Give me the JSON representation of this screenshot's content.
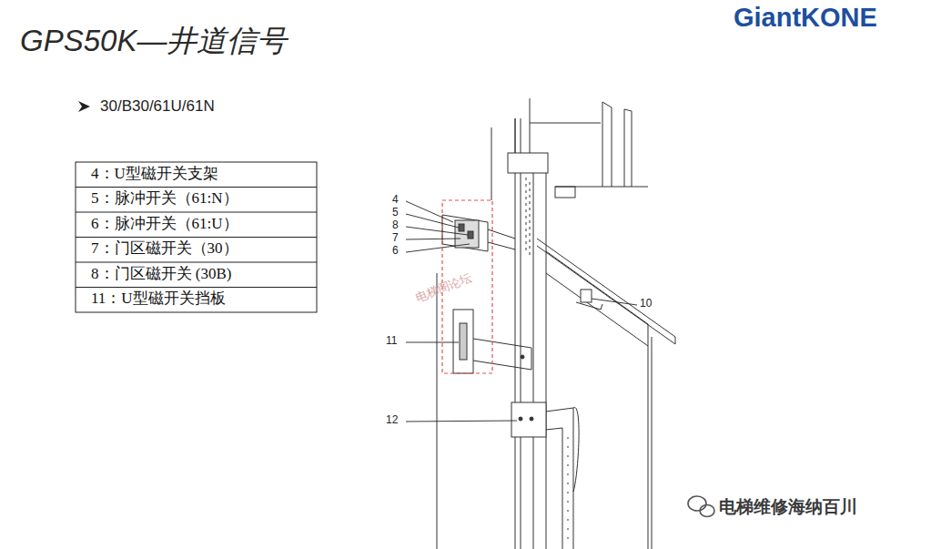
{
  "diagram": {
    "title": "GPS50K—井道信号",
    "labels": [
      "30/B30/61U/61N",
      "4：U型磁开关支架",
      "5：脉冲开关（61:N）",
      "6：脉冲开关（61:U）",
      "7：门区磁开关（30）",
      "8：门区磁开关 (30B)",
      "11：U型磁开关挡板",
      "4",
      "5",
      "8",
      "7",
      "6",
      "10",
      "11",
      "12",
      "GiantKONE",
      "电梯阁论坛",
      "电梯维修海纳百川"
    ]
  }
}
